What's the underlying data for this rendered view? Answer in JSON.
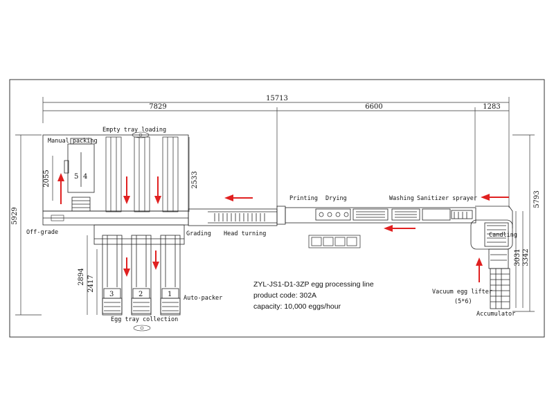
{
  "dimensions": {
    "total_length": "15713",
    "left_section": "7829",
    "middle_section": "6600",
    "right_section": "1283",
    "total_height": "5929",
    "right_height": "5793",
    "packing_height": "2055",
    "tray_loading_height": "2533",
    "egg_tray_height": "2894",
    "egg_tray_inner": "2417",
    "candling_height": "3031",
    "candling_outer": "3342"
  },
  "labels": {
    "manual_packing": "Manual packing",
    "empty_tray_loading": "Empty tray loading",
    "off_grade": "Off-grade",
    "grading": "Grading",
    "head_turning": "Head turning",
    "printing": "Printing",
    "drying": "Drying",
    "washing": "Washing",
    "sanitizer_sprayer": "Sanitizer sprayer",
    "candling": "Candling",
    "vacuum_egg_lifter": "Vacuum egg lifter",
    "vacuum_spec": "(5*6)",
    "accumulator": "Accumulator",
    "auto_packer": "Auto-packer",
    "egg_tray_collection": "Egg tray collection"
  },
  "box_numbers": {
    "packing_left": "5",
    "packing_right": "4",
    "packer_3": "3",
    "packer_2": "2",
    "packer_1": "1"
  },
  "info": {
    "model": "ZYL-JS1-D1-3ZP egg processing line",
    "product_code": "product code: 302A",
    "capacity": "capacity: 10,000 eggs/hour"
  },
  "colors": {
    "line": "#222222",
    "arrow": "#e02020"
  }
}
